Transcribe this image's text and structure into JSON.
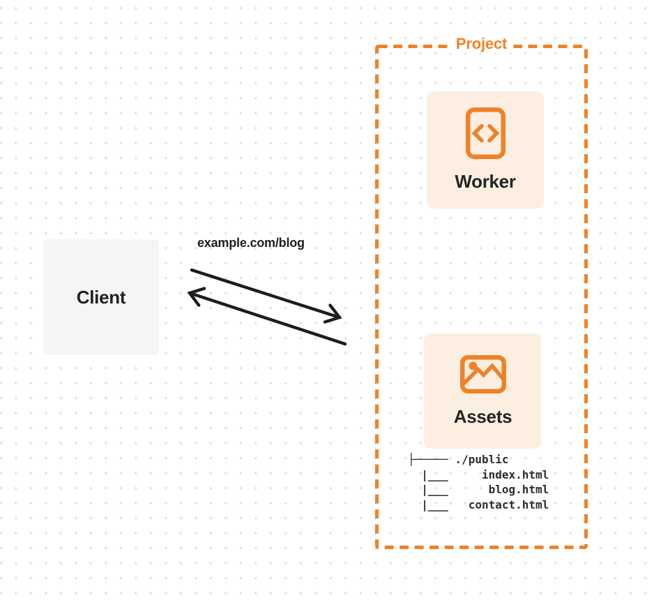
{
  "colors": {
    "accent_orange": "#EF8229",
    "card_bg": "#FCEFE1",
    "client_bg": "#F5F5F6",
    "text_dark": "#1F1F1F",
    "arrow_black": "#1D1D1D",
    "dot_grid": "#E2E2E2"
  },
  "client": {
    "label": "Client"
  },
  "request": {
    "label": "example.com/blog"
  },
  "project": {
    "label": "Project",
    "worker": {
      "label": "Worker",
      "icon": "code-file-icon"
    },
    "assets": {
      "label": "Assets",
      "icon": "image-icon",
      "file_tree": [
        "├───── ./public",
        "  |___     index.html",
        "  |___      blog.html",
        "  |___   contact.html"
      ]
    }
  }
}
